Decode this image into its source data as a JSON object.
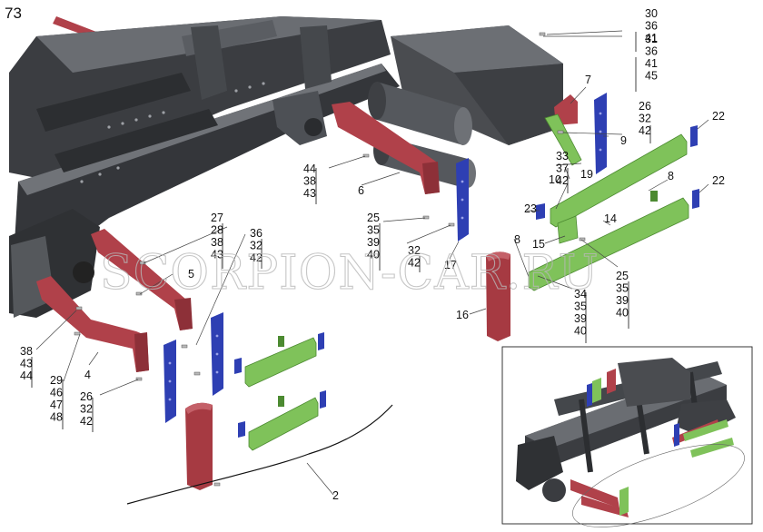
{
  "page_number": "73",
  "watermark": "SCORPION-CAR.RU",
  "colors": {
    "frame": "#3b3d41",
    "frame_light": "#6a6d72",
    "bracket_red": "#b0414a",
    "guard_green": "#7fc25a",
    "plate_blue": "#2e3fb3",
    "fender_red": "#a63a42",
    "tank": "#4a4c50"
  },
  "callouts": [
    {
      "id": "c2",
      "lines": [
        "2"
      ]
    },
    {
      "id": "c4",
      "lines": [
        "4"
      ]
    },
    {
      "id": "c5",
      "lines": [
        "5"
      ]
    },
    {
      "id": "c6",
      "lines": [
        "6"
      ]
    },
    {
      "id": "c7",
      "lines": [
        "7"
      ]
    },
    {
      "id": "c8a",
      "lines": [
        "8"
      ]
    },
    {
      "id": "c8b",
      "lines": [
        "8"
      ]
    },
    {
      "id": "c9",
      "lines": [
        "9"
      ]
    },
    {
      "id": "c10",
      "lines": [
        "10"
      ]
    },
    {
      "id": "c14",
      "lines": [
        "14"
      ]
    },
    {
      "id": "c15",
      "lines": [
        "15"
      ]
    },
    {
      "id": "c16",
      "lines": [
        "16"
      ]
    },
    {
      "id": "c17",
      "lines": [
        "17"
      ]
    },
    {
      "id": "c19",
      "lines": [
        "19"
      ]
    },
    {
      "id": "c22a",
      "lines": [
        "22"
      ]
    },
    {
      "id": "c22b",
      "lines": [
        "22"
      ]
    },
    {
      "id": "c23",
      "lines": [
        "23"
      ]
    },
    {
      "id": "s30",
      "lines": [
        "30",
        "36",
        "41"
      ]
    },
    {
      "id": "s31",
      "lines": [
        "31",
        "36",
        "41",
        "45"
      ]
    },
    {
      "id": "s26a",
      "lines": [
        "26",
        "32",
        "42"
      ]
    },
    {
      "id": "s33",
      "lines": [
        "33",
        "37",
        "42"
      ]
    },
    {
      "id": "s44",
      "lines": [
        "44",
        "38",
        "43"
      ]
    },
    {
      "id": "s25a",
      "lines": [
        "25",
        "35",
        "39",
        "40"
      ]
    },
    {
      "id": "s32",
      "lines": [
        "32",
        "42"
      ]
    },
    {
      "id": "s27",
      "lines": [
        "27",
        "28",
        "38",
        "43"
      ]
    },
    {
      "id": "s36",
      "lines": [
        "36",
        "32",
        "42"
      ]
    },
    {
      "id": "s25b",
      "lines": [
        "25",
        "35",
        "39",
        "40"
      ]
    },
    {
      "id": "s34",
      "lines": [
        "34",
        "35",
        "39",
        "40"
      ]
    },
    {
      "id": "s38",
      "lines": [
        "38",
        "43",
        "44"
      ]
    },
    {
      "id": "s29",
      "lines": [
        "29",
        "46",
        "47",
        "48"
      ]
    },
    {
      "id": "s26b",
      "lines": [
        "26",
        "32",
        "42"
      ]
    }
  ]
}
